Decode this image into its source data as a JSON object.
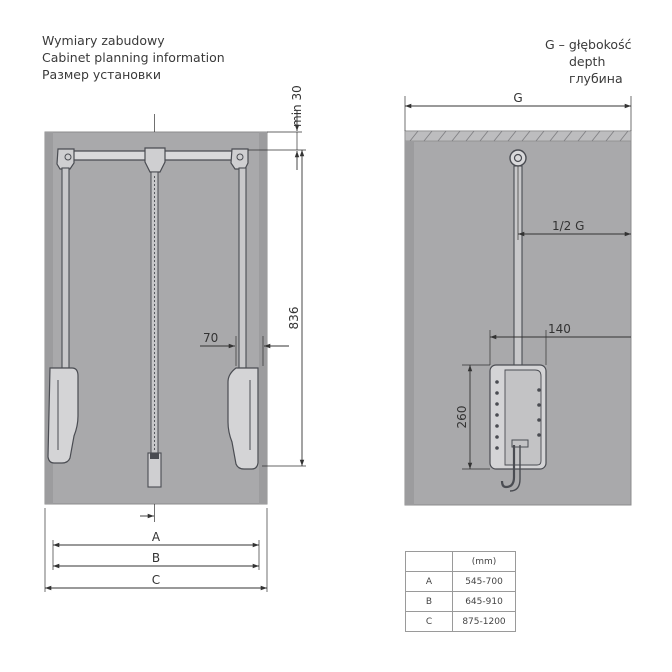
{
  "header_left": {
    "line1": "Wymiary zabudowy",
    "line2": "Cabinet planning information",
    "line3": "Размер установки"
  },
  "header_right": {
    "line1": "G – głębokość",
    "line2": "depth",
    "line3": "глубина"
  },
  "dimensions": {
    "min30": "min 30",
    "h836": "836",
    "w70": "70",
    "a": "A",
    "b": "B",
    "c": "C",
    "g": "G",
    "half_g": "1/2 G",
    "w140": "140",
    "h260": "260"
  },
  "spec_table": {
    "unit": "(mm)",
    "rows": [
      {
        "key": "A",
        "range": "545-700"
      },
      {
        "key": "B",
        "range": "645-910"
      },
      {
        "key": "C",
        "range": "875-1200"
      }
    ]
  },
  "colors": {
    "cabinet": "#a9a9ab",
    "panel": "#bdbdbf",
    "dark": "#4a4c52",
    "mechanism": "#d4d4d6"
  }
}
